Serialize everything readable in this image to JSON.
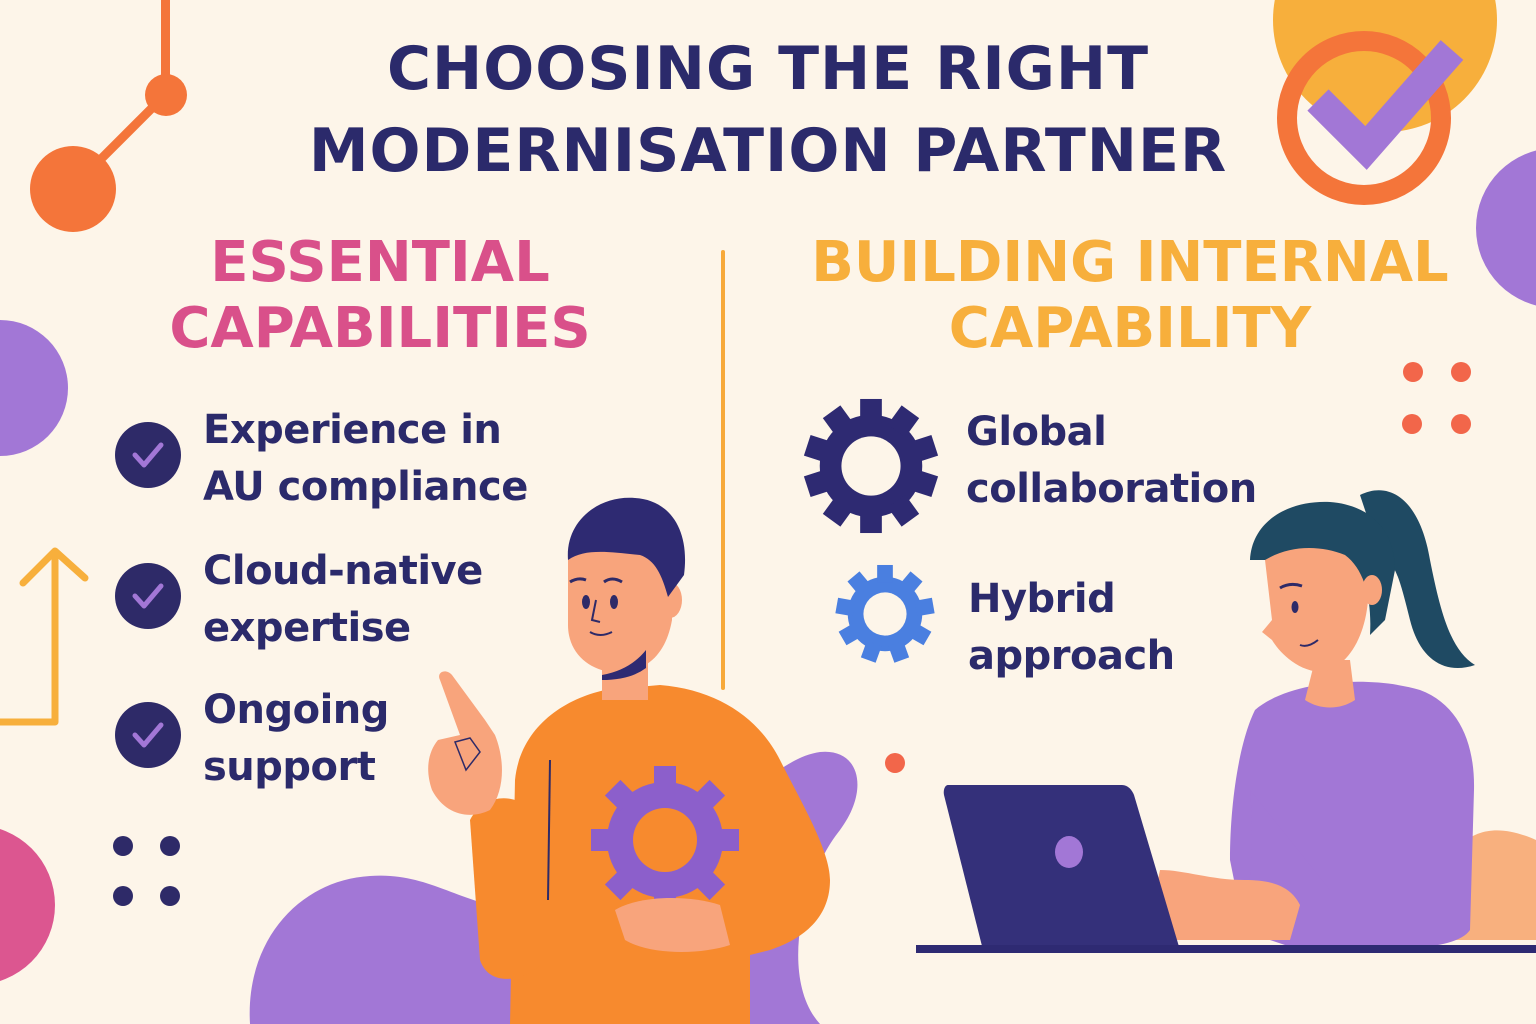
{
  "title": {
    "line1": "CHOOSING THE RIGHT",
    "line2": "MODERNISATION PARTNER"
  },
  "left_section": {
    "heading_line1": "ESSENTIAL",
    "heading_line2": "CAPABILITIES",
    "items": [
      {
        "icon": "check-circle-icon",
        "line1": "Experience in",
        "line2": "AU compliance"
      },
      {
        "icon": "check-circle-icon",
        "line1": "Cloud-native",
        "line2": "expertise"
      },
      {
        "icon": "check-circle-icon",
        "line1": "Ongoing",
        "line2": "support"
      }
    ]
  },
  "right_section": {
    "heading_line1": "BUILDING INTERNAL",
    "heading_line2": "CAPABILITY",
    "items": [
      {
        "icon": "gear-icon",
        "line1": "Global",
        "line2": "collaboration"
      },
      {
        "icon": "gear-icon",
        "line1": "Hybrid",
        "line2": "approach"
      }
    ]
  },
  "illustrations": {
    "left": "man-pointing-holding-gear",
    "right": "woman-using-laptop"
  },
  "colors": {
    "background": "#FDF5E9",
    "navy": "#2B2A6B",
    "pink": "#D9508A",
    "yellow": "#F7AF3C",
    "orange": "#F4753A",
    "purple": "#A277D6",
    "blue": "#4A7FE0",
    "skin": "#F8A47C",
    "shirt_orange": "#F78A2E",
    "hair_teal": "#1F4A63"
  }
}
